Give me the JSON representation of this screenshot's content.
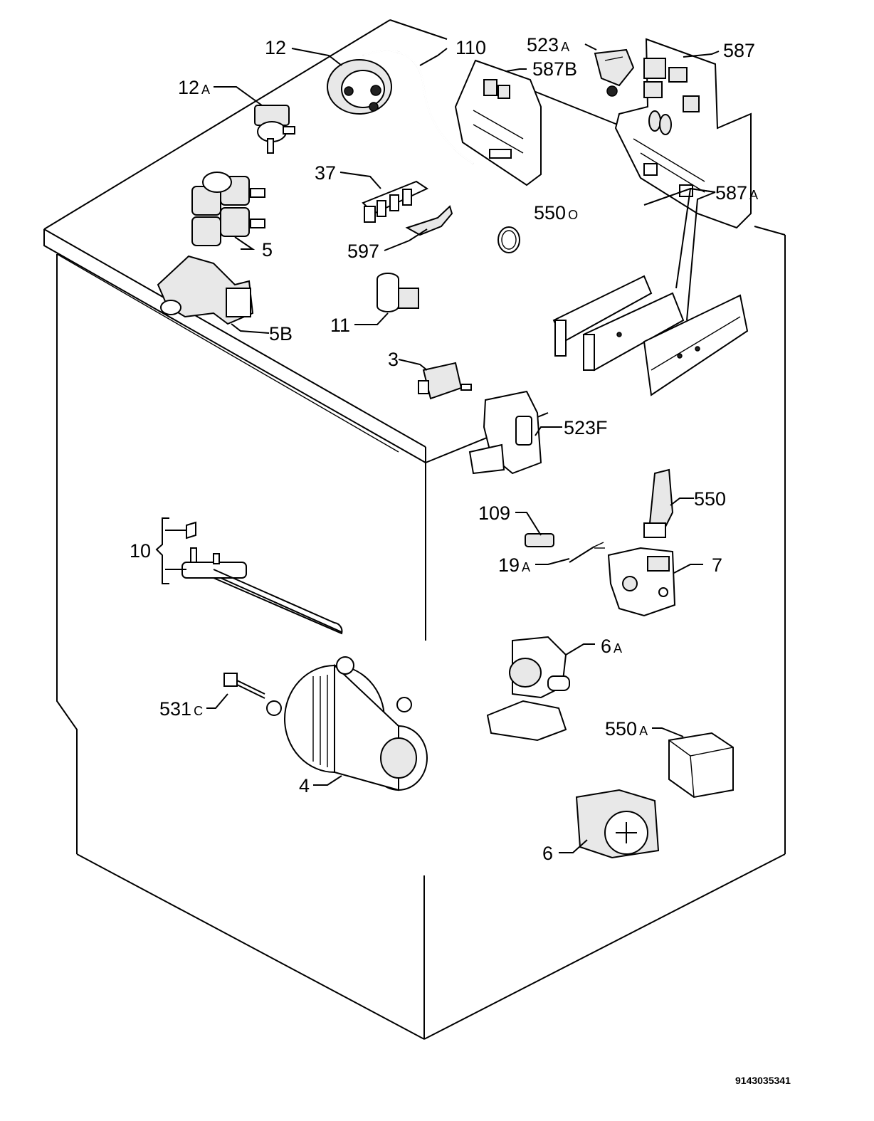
{
  "labels": {
    "p12": "12",
    "p110": "110",
    "p523a_num": "523",
    "p523a_suf": "A",
    "p587": "587",
    "p12a_num": "12",
    "p12a_suf": "A",
    "p587b": "587B",
    "p37": "37",
    "p550o_num": "550",
    "p550o_suf": "O",
    "p5": "5",
    "p597": "597",
    "p587a_num": "587",
    "p587a_suf": "A",
    "p5b": "5B",
    "p11": "11",
    "p3": "3",
    "p523f": "523F",
    "p550": "550",
    "p109": "109",
    "p10": "10",
    "p19a_num": "19",
    "p19a_suf": "A",
    "p7": "7",
    "p6a_num": "6",
    "p6a_suf": "A",
    "p531c_num": "531",
    "p531c_suf": "C",
    "p550a_num": "550",
    "p550a_suf": "A",
    "p4": "4",
    "p6": "6"
  },
  "drawing_code": "9143035341"
}
